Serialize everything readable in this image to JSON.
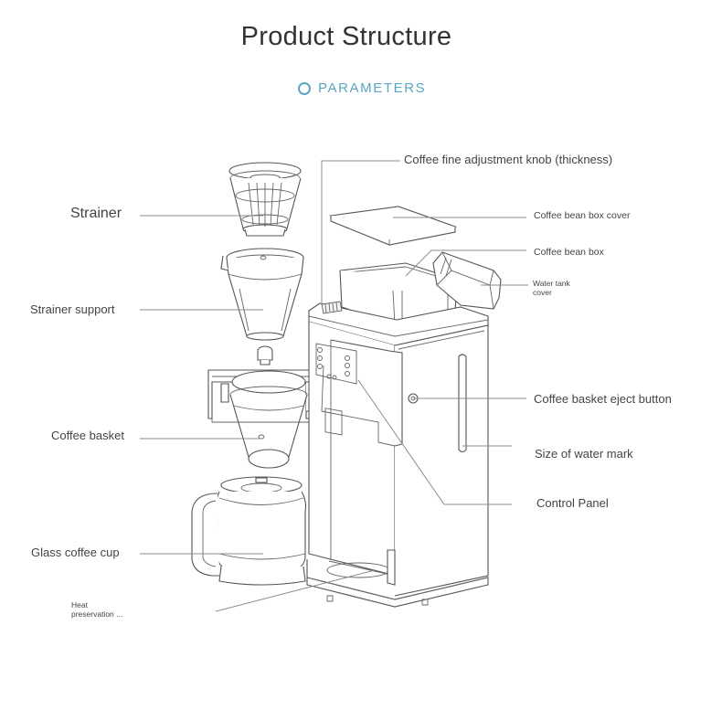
{
  "title": "Product Structure",
  "subtitle": "PARAMETERS",
  "labels": {
    "strainer": "Strainer",
    "strainer_support": "Strainer support",
    "coffee_basket": "Coffee basket",
    "glass_coffee_cup": "Glass coffee cup",
    "heat_preservation": "Heat preservation ...",
    "fine_adjustment_knob": "Coffee fine adjustment knob (thickness)",
    "bean_box_cover": "Coffee bean box cover",
    "bean_box": "Coffee bean box",
    "water_tank_cover": "Water tank cover",
    "eject_button": "Coffee basket eject button",
    "water_mark": "Size of water mark",
    "control_panel": "Control Panel"
  }
}
